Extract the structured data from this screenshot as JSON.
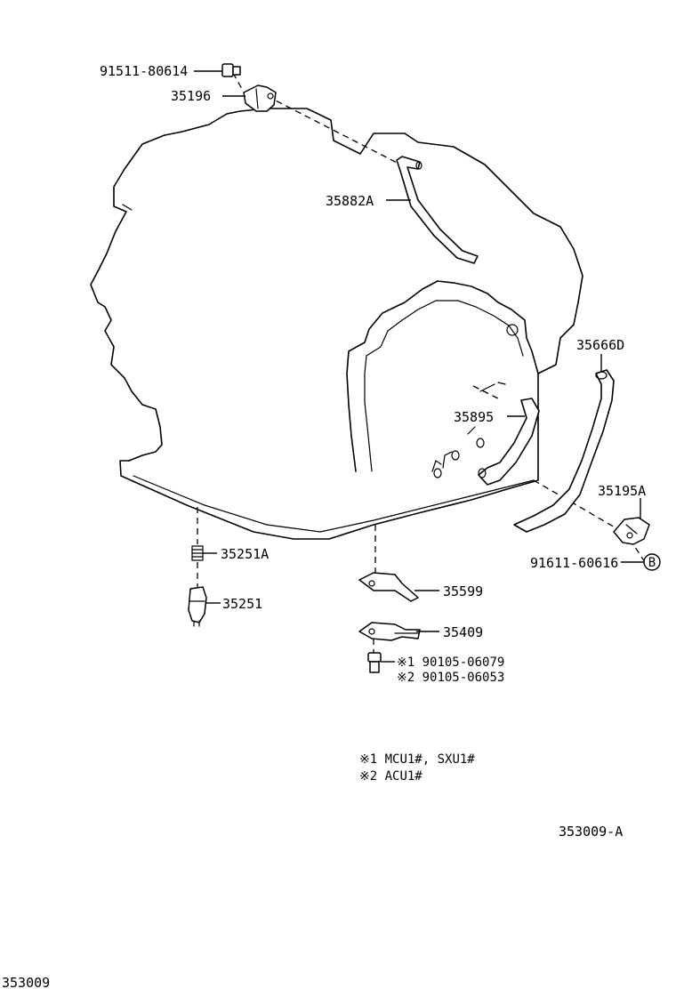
{
  "labels": {
    "p1": "91511-80614",
    "p2": "35196",
    "p3": "35882A",
    "p4": "35666D",
    "p5": "35895",
    "p6": "35195A",
    "p7": "91611-60616",
    "p7_marker": "B",
    "p8": "35251A",
    "p9": "35251",
    "p10": "35599",
    "p11": "35409",
    "p12": "※1 90105-06079",
    "p13": "※2 90105-06053"
  },
  "notes": {
    "n1": "※1 MCU1#, SXU1#",
    "n2": "※2 ACU1#"
  },
  "diagram_code": "353009-A",
  "page_code": "353009"
}
